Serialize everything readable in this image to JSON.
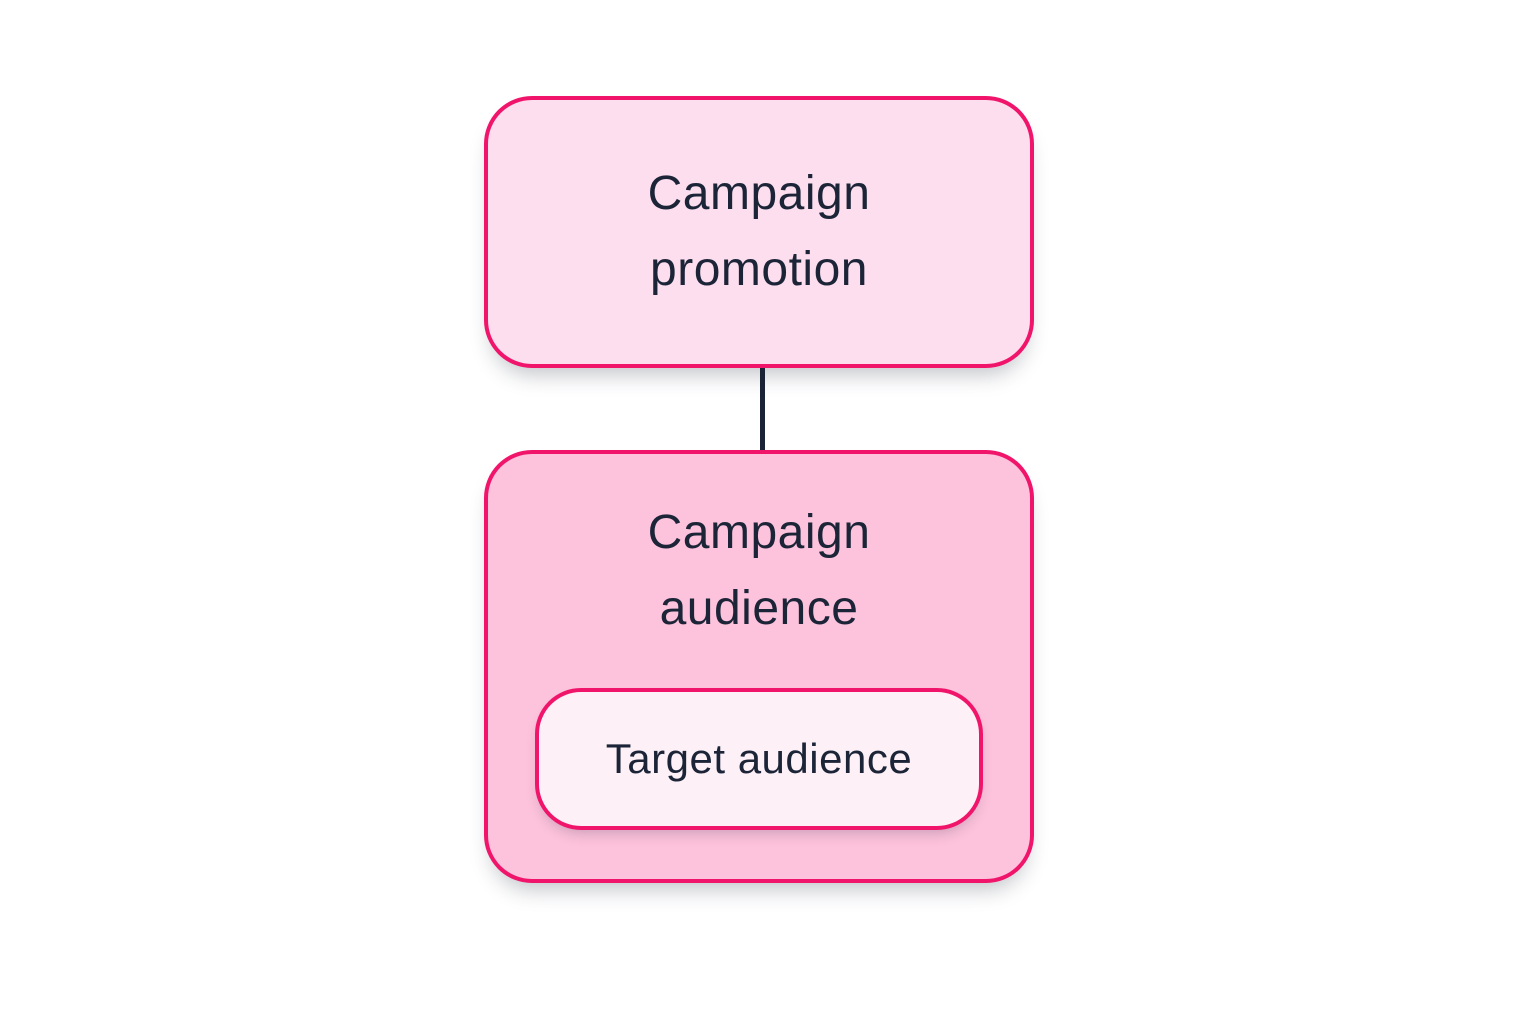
{
  "diagram": {
    "background_color": "#FFFFFF",
    "colors": {
      "node_border": "#F0156B",
      "node_text": "#1C2437",
      "connector": "#1B2436",
      "promotion_fill": "#FCDEEE",
      "audience_fill": "#FDC2DC",
      "target_fill": "#FDF0F6"
    },
    "nodes": {
      "promotion": {
        "label": "Campaign promotion"
      },
      "audience": {
        "label": "Campaign audience",
        "child": {
          "label": "Target audience"
        }
      }
    },
    "connectors": [
      {
        "from": "promotion",
        "to": "audience",
        "style": "straight-vertical"
      }
    ]
  }
}
